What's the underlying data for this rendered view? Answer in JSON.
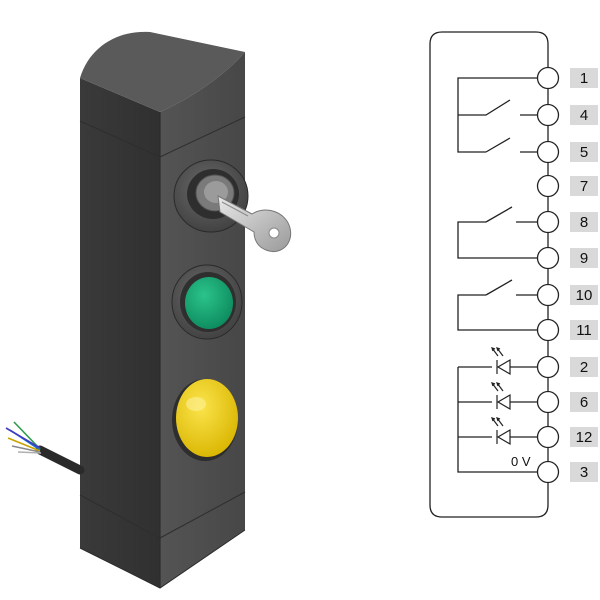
{
  "colors": {
    "housing": "#4a4a4a",
    "housing_dark": "#333333",
    "housing_light": "#5e5e5e",
    "green_button": "#16a372",
    "yellow_button": "#f2d21e",
    "label_bg": "#d9d9d9",
    "line": "#222222"
  },
  "device": {
    "key_switch": "key-switch",
    "green_button": "green-pushbutton",
    "yellow_button": "yellow-pushbutton",
    "cable": "multi-wire-cable"
  },
  "schematic": {
    "terminals": [
      "1",
      "4",
      "5",
      "7",
      "8",
      "9",
      "10",
      "11",
      "2",
      "6",
      "12",
      "3"
    ],
    "ground_label": "0 V"
  }
}
